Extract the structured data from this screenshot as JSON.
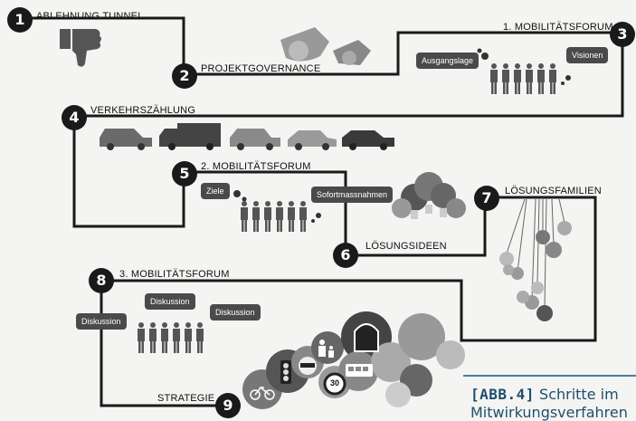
{
  "steps": [
    {
      "number": "1",
      "label": "ABLEHNUNG TUNNEL"
    },
    {
      "number": "2",
      "label": "PROJEKTGOVERNANCE"
    },
    {
      "number": "3",
      "label": "1. MOBILITÄTSFORUM"
    },
    {
      "number": "4",
      "label": "VERKEHRSZÄHLUNG"
    },
    {
      "number": "5",
      "label": "2. MOBILITÄTSFORUM"
    },
    {
      "number": "6",
      "label": "LÖSUNGSIDEEN"
    },
    {
      "number": "7",
      "label": "LÖSUNGSFAMILIEN"
    },
    {
      "number": "8",
      "label": "3. MOBILITÄTSFORUM"
    },
    {
      "number": "9",
      "label": "STRATEGIE"
    }
  ],
  "bubbles": {
    "ausgangslage": "Ausgangslage",
    "visionen": "Visionen",
    "ziele": "Ziele",
    "sofortmassnahmen": "Sofortmassnahmen",
    "diskussion_1": "Diskussion",
    "diskussion_2": "Diskussion",
    "diskussion_3": "Diskussion"
  },
  "speed_sign": "30",
  "caption": {
    "tag": "[ABB.4]",
    "line1": "Schritte im",
    "line2": "Mitwirkungsverfahren"
  },
  "icons": [
    "thumbs-down-icon",
    "whistle-icon",
    "car-icon",
    "van-icon",
    "lightbulb-icon",
    "traffic-light-icon",
    "no-entry-sign-icon",
    "speed-limit-sign-icon",
    "bus-icon",
    "bicycle-icon",
    "tunnel-icon",
    "pedestrian-icon"
  ]
}
